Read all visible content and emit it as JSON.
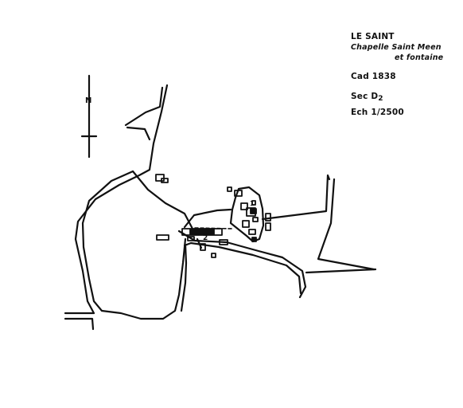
{
  "legend": {
    "place": "LE SAINT",
    "subject_line1": "Chapelle Saint Meen",
    "subject_line2": "et fontaine",
    "cadastre": "Cad  1838",
    "section_prefix": "Sec  D",
    "section_number": "2",
    "scale": "Ech  1/2500"
  },
  "north_arrow": {
    "label": "N"
  },
  "map_labels": {
    "chapel_number": "2",
    "fountain_number": "1"
  },
  "colors": {
    "ink": "#111111",
    "paper": "#ffffff"
  }
}
